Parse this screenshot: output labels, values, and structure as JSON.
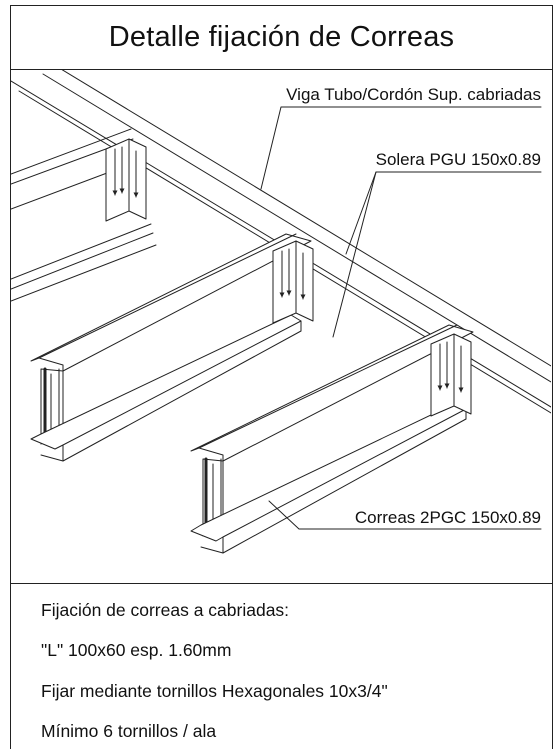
{
  "title": "Detalle fijación de Correas",
  "labels": {
    "viga": "Viga Tubo/Cordón Sup. cabriadas",
    "solera": "Solera PGU 150x0.89",
    "correas": "Correas 2PGC 150x0.89"
  },
  "notes": [
    "Fijación de correas a cabriadas:",
    "\"L\"  100x60 esp. 1.60mm",
    "Fijar mediante tornillos Hexagonales  10x3/4\"",
    "Mínimo 6 tornillos / ala"
  ]
}
